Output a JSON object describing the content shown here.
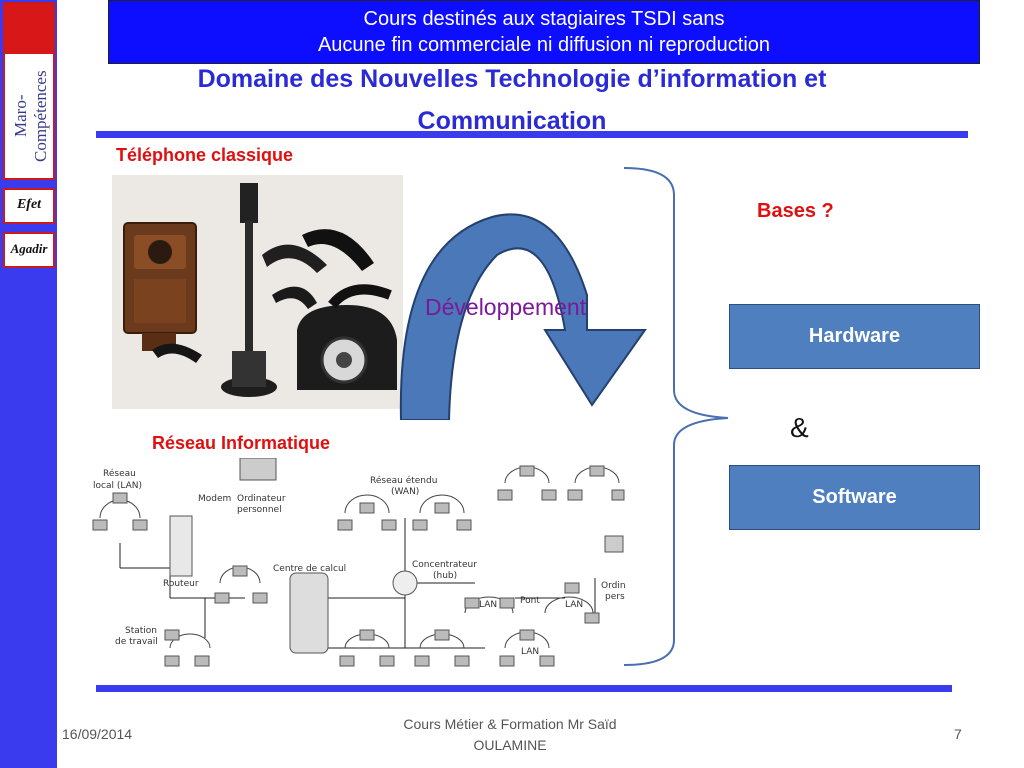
{
  "sidebar": {
    "brand": "Maro-Compétences",
    "badge1": "Efet",
    "badge2": "Agadir"
  },
  "banner": {
    "line1": "Cours destinés aux stagiaires TSDI sans",
    "line2": "Aucune fin commerciale ni diffusion ni reproduction"
  },
  "title": {
    "line1": "Domaine des Nouvelles Technologie d’information et",
    "line2": "Communication"
  },
  "labels": {
    "telephone": "Téléphone classique",
    "reseau": "Réseau Informatique",
    "developpement": "Développement",
    "bases": "Bases ?",
    "hardware": "Hardware",
    "ampersand": "&",
    "software": "Software"
  },
  "network_labels": {
    "lan_local": "Réseau",
    "lan_local2": "local (LAN)",
    "modem": "Modem",
    "pc1": "Ordinateur",
    "pc1b": "personnel",
    "wan": "Réseau étendu",
    "wan2": "(WAN)",
    "routeur": "Routeur",
    "centre": "Centre de calcul",
    "concentrateur": "Concentrateur",
    "hub": "(hub)",
    "lan_a": "LAN",
    "pont": "Pont",
    "lan_b": "LAN",
    "lan_c": "LAN",
    "pc2": "Ordinateur",
    "pc2b": "personnel",
    "station": "Station",
    "station2": "de travail"
  },
  "footer": {
    "date": "16/09/2014",
    "course_line1": "Cours Métier & Formation  Mr Saïd",
    "course_line2": "OULAMINE",
    "page": "7"
  },
  "colors": {
    "sidebar": "#3a3aee",
    "banner": "#0d0dff",
    "title": "#2b2bd6",
    "red_label": "#e01010",
    "box": "#4f7fbe",
    "arrow": "#4a78b8",
    "dev_text": "#7a1a9a"
  }
}
